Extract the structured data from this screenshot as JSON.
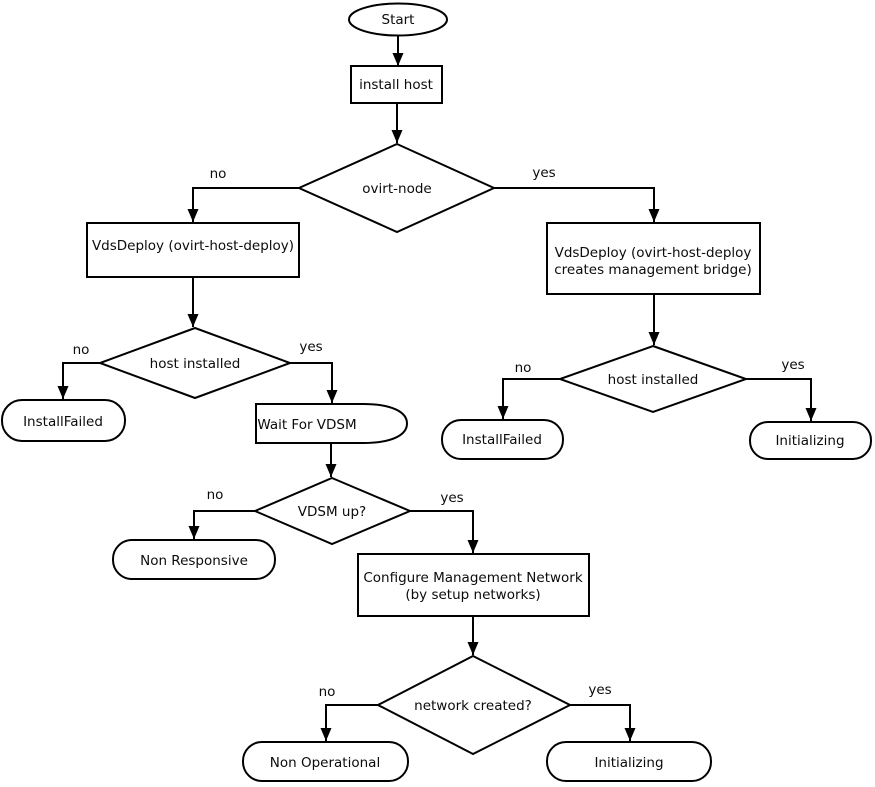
{
  "diagram": {
    "background_color": "#ffffff",
    "stroke_color": "#000000",
    "text_color": "#0b0b0b",
    "nodes": {
      "start": {
        "label": "Start",
        "shape": "ellipse"
      },
      "install_host": {
        "label": "install host",
        "shape": "rect"
      },
      "ovirt_node": {
        "label": "ovirt-node",
        "shape": "diamond"
      },
      "vdsdeploy": {
        "label": "VdsDeploy (ovirt-host-deploy)",
        "shape": "rect"
      },
      "vdsdeploy_bridge": {
        "label_line1": "VdsDeploy (ovirt-host-deploy",
        "label_line2": "creates management bridge)",
        "shape": "rect"
      },
      "host_installed": {
        "label": "host installed",
        "shape": "diamond"
      },
      "install_failed": {
        "label": "InstallFailed",
        "shape": "stadium"
      },
      "wait_for_vdsm": {
        "label": "Wait For VDSM",
        "shape": "delay"
      },
      "vdsm_up": {
        "label": "VDSM up?",
        "shape": "diamond"
      },
      "non_responsive": {
        "label": "Non Responsive",
        "shape": "stadium"
      },
      "configure_network": {
        "label_line1": "Configure Management Network",
        "label_line2": "(by setup networks)",
        "shape": "rect"
      },
      "network_created": {
        "label": "network created?",
        "shape": "diamond"
      },
      "non_operational": {
        "label": "Non Operational",
        "shape": "stadium"
      },
      "initializing": {
        "label": "Initializing",
        "shape": "stadium"
      },
      "host_installed_bridge": {
        "label": "host installed",
        "shape": "diamond"
      },
      "install_failed_bridge": {
        "label": "InstallFailed",
        "shape": "stadium"
      },
      "initializing_bridge": {
        "label": "Initializing",
        "shape": "stadium"
      }
    },
    "edge_labels": {
      "ovirt_node_no": "no",
      "ovirt_node_yes": "yes",
      "host_installed_no": "no",
      "host_installed_yes": "yes",
      "vdsm_up_no": "no",
      "vdsm_up_yes": "yes",
      "network_created_no": "no",
      "network_created_yes": "yes",
      "host_installed_bridge_no": "no",
      "host_installed_bridge_yes": "yes"
    }
  }
}
